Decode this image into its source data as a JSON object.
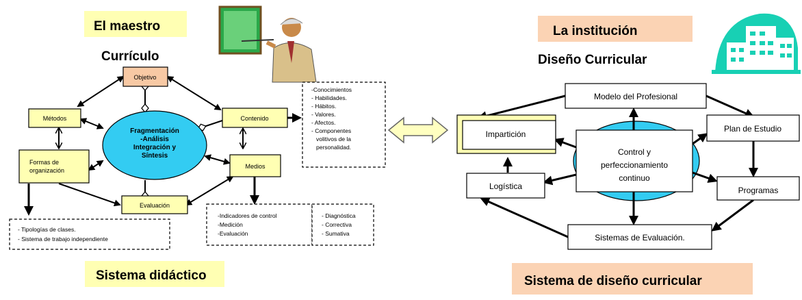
{
  "left": {
    "banner_top": "El maestro",
    "subtitle": "Currículo",
    "center": [
      "Fragmentación",
      "-Análisis",
      "Integración y",
      "Síntesis"
    ],
    "boxes": {
      "objetivo": "Objetivo",
      "metodos": "Métodos",
      "contenido": "Contenido",
      "formas": [
        "Formas de",
        "organización"
      ],
      "medios": "Medios",
      "evaluacion": "Evaluación"
    },
    "contenido_list": [
      "-Conocimientos",
      "- Habilidades.",
      "- Hábitos.",
      "- Valores.",
      "- Afectos.",
      "- Componentes",
      "volitivos de la",
      "personalidad."
    ],
    "tipologias": [
      "- Tipologías de clases.",
      "- Sistema de trabajo independiente"
    ],
    "medios_list": [
      "-Indicadores de control",
      "-Medición",
      "-Evaluación"
    ],
    "eval_list": [
      "- Diagnóstica",
      "- Correctiva",
      "- Sumativa"
    ],
    "banner_bottom": "Sistema didáctico",
    "colors": {
      "banner": "#ffffb3",
      "box": "#ffffb3",
      "objetivo": "#f8c9a4",
      "ellipse": "#33ccf2"
    }
  },
  "right": {
    "banner_top": "La institución",
    "subtitle": "Diseño Curricular",
    "center": [
      "Control  y",
      "perfeccionamiento",
      "continuo"
    ],
    "boxes": {
      "modelo": "Modelo del  Profesional",
      "plan": "Plan de Estudio",
      "imparticion": "Impartición",
      "programas": "Programas",
      "logistica": "Logística",
      "sistemas": "Sistemas de Evaluación."
    },
    "banner_bottom": "Sistema de diseño curricular",
    "colors": {
      "banner": "#fbd3b4",
      "ellipse": "#33ccf2",
      "building": "#18d0b4"
    }
  },
  "icons": [
    "teacher-illustration",
    "building-icon",
    "double-arrow-icon"
  ]
}
